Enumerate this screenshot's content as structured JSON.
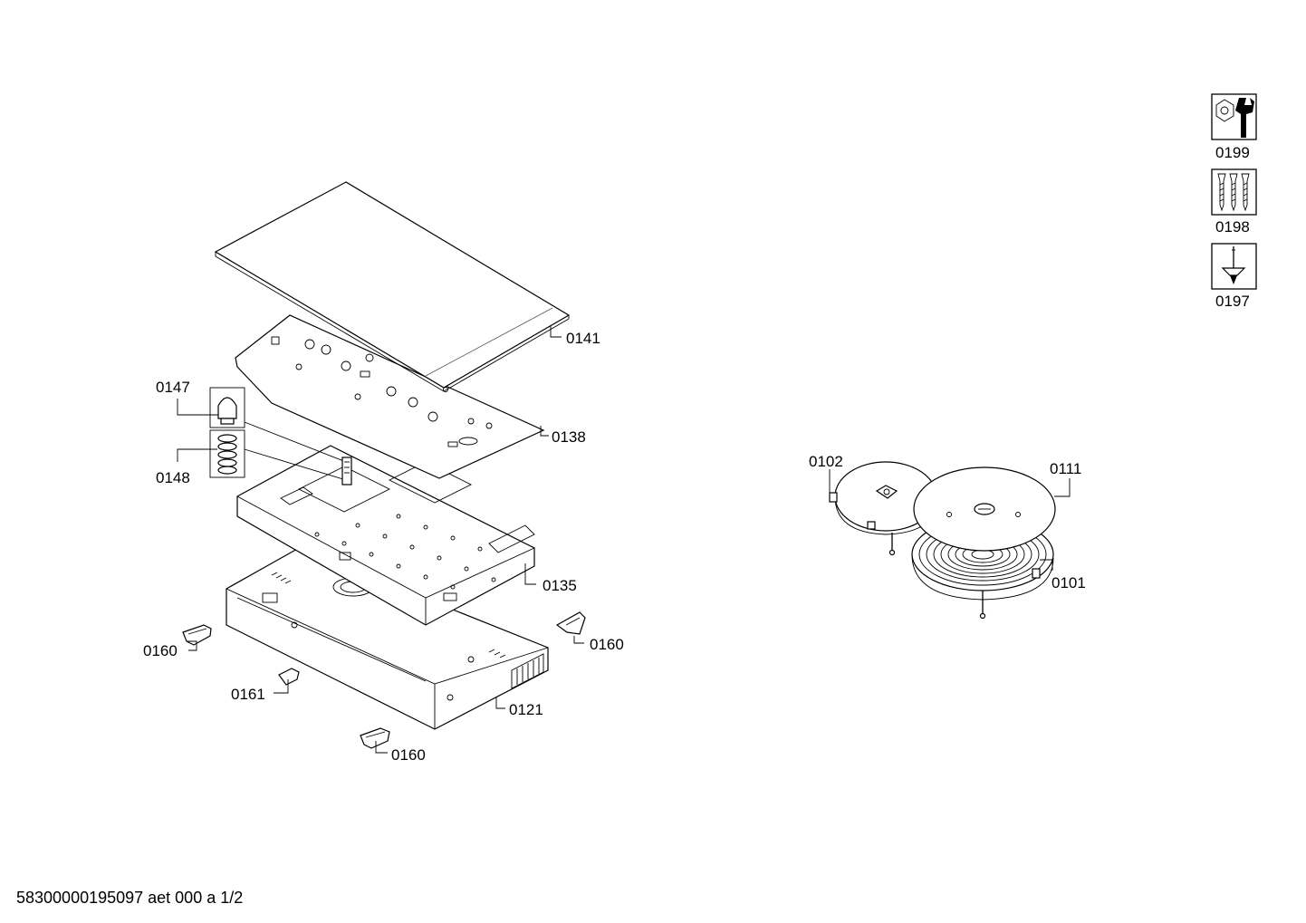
{
  "labels": {
    "p0141": "0141",
    "p0138": "0138",
    "p0147": "0147",
    "p0148": "0148",
    "p0135": "0135",
    "p0160a": "0160",
    "p0160b": "0160",
    "p0160c": "0160",
    "p0161": "0161",
    "p0121": "0121",
    "p0102": "0102",
    "p0111": "0111",
    "p0101": "0101",
    "p0199": "0199",
    "p0198": "0198",
    "p0197": "0197"
  },
  "footer": "58300000195097 aet 000 a  1/2",
  "icons": [
    "tools-icon",
    "screws-icon",
    "screwdriver-icon"
  ]
}
